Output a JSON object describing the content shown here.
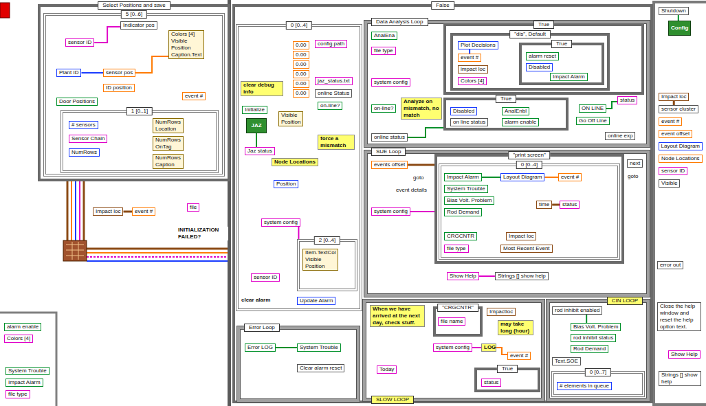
{
  "diagram": {
    "nodes": [
      {
        "text": [
          "Select Positions and save"
        ]
      },
      {
        "text": [
          "5 [0..6]"
        ],
        "in": 0
      },
      {
        "text": [
          "Indicator pos"
        ],
        "in": 1
      },
      {
        "text": [
          "sensor ID"
        ],
        "in": 1
      },
      {
        "text": [
          "Colors [4]",
          "Visible",
          "Position",
          "Caption.Text"
        ],
        "in": 1
      },
      {
        "text": [
          "Plant ID"
        ],
        "in": 1
      },
      {
        "text": [
          "sensor pos"
        ],
        "in": 1
      },
      {
        "text": [
          "ID position"
        ],
        "in": 1
      },
      {
        "text": [
          "event #"
        ],
        "in": 1
      },
      {
        "text": [
          "Door Positions"
        ],
        "in": 1
      },
      {
        "text": [
          "1 [0..1]"
        ],
        "in": 1
      },
      {
        "text": [
          "# sensors"
        ],
        "in": 10
      },
      {
        "text": [
          "Sensor Chain"
        ],
        "in": 10
      },
      {
        "text": [
          "NumRows"
        ],
        "in": 10
      },
      {
        "text": [
          "NumRows",
          "Location"
        ],
        "in": 10
      },
      {
        "text": [
          "NumRows",
          "OnTag"
        ],
        "in": 10
      },
      {
        "text": [
          "NumRows",
          "Caption"
        ],
        "in": 10
      },
      {
        "text": [
          "Impact loc"
        ]
      },
      {
        "text": [
          "event #"
        ]
      },
      {
        "text": [
          "file"
        ]
      },
      {
        "text": [
          "alarm enable"
        ]
      },
      {
        "text": [
          "Colors [4]"
        ]
      },
      {
        "text": [
          "System Trouble"
        ]
      },
      {
        "text": [
          "Impact Alarm"
        ]
      },
      {
        "text": [
          "file type"
        ]
      },
      {
        "text": [
          "False"
        ]
      },
      {
        "text": [
          "0 [0..4]"
        ],
        "in": 25
      },
      {
        "text": [
          "clear debug info"
        ],
        "in": 26
      },
      {
        "text": [
          "Initialize"
        ],
        "in": 26
      },
      {
        "text": [
          "JAZ"
        ],
        "in": 26
      },
      {
        "text": [
          "Jaz status"
        ],
        "in": 26
      },
      {
        "text": [
          "config path"
        ],
        "in": 26
      },
      {
        "text": [
          "0.00"
        ],
        "in": 26
      },
      {
        "text": [
          "0.00"
        ],
        "in": 26
      },
      {
        "text": [
          "0.00"
        ],
        "in": 26
      },
      {
        "text": [
          "0.00"
        ],
        "in": 26
      },
      {
        "text": [
          "0.00"
        ],
        "in": 26
      },
      {
        "text": [
          "0.00"
        ],
        "in": 26
      },
      {
        "text": [
          "jaz_status.txt"
        ],
        "in": 26
      },
      {
        "text": [
          "online Status"
        ],
        "in": 26
      },
      {
        "text": [
          "on-line?"
        ],
        "in": 26
      },
      {
        "text": [
          "force a mismatch"
        ],
        "in": 26
      },
      {
        "text": [
          "Visible",
          "Position"
        ],
        "in": 26
      },
      {
        "text": [
          "Node Locations"
        ],
        "in": 26
      },
      {
        "text": [
          "Position"
        ],
        "in": 26
      },
      {
        "text": [
          "system config"
        ],
        "in": 26
      },
      {
        "text": [
          "2 [0..4]"
        ],
        "in": 26
      },
      {
        "text": [
          "Item.TextCol",
          "Visible",
          "Position"
        ],
        "in": 46
      },
      {
        "text": [
          "sensor ID"
        ],
        "in": 26
      },
      {
        "text": [
          "clear alarm"
        ],
        "in": 26
      },
      {
        "text": [
          "Update Alarm"
        ],
        "in": 26
      },
      {
        "text": [
          "Data Analysis Loop"
        ],
        "in": 25
      },
      {
        "text": [
          "AnalEna"
        ],
        "in": 51
      },
      {
        "text": [
          "file type"
        ],
        "in": 51
      },
      {
        "text": [
          "system config"
        ],
        "in": 51
      },
      {
        "text": [
          "Analyze on mismatch, no match"
        ],
        "in": 51
      },
      {
        "text": [
          "on-line?"
        ],
        "in": 51
      },
      {
        "text": [
          "online status"
        ],
        "in": 51
      },
      {
        "text": [
          "True"
        ],
        "in": 51
      },
      {
        "text": [
          "\"dis\", Default"
        ],
        "in": 58
      },
      {
        "text": [
          "Plot Decisions"
        ],
        "in": 59
      },
      {
        "text": [
          "event #"
        ],
        "in": 59
      },
      {
        "text": [
          "impact loc"
        ],
        "in": 59
      },
      {
        "text": [
          "Colors [4]"
        ],
        "in": 59
      },
      {
        "text": [
          "True"
        ],
        "in": 59
      },
      {
        "text": [
          "alarm reset"
        ],
        "in": 64
      },
      {
        "text": [
          "Disabled"
        ],
        "in": 64
      },
      {
        "text": [
          "Impact Alarm"
        ],
        "in": 64
      },
      {
        "text": [
          "True"
        ],
        "in": 51
      },
      {
        "text": [
          "Disabled"
        ],
        "in": 68
      },
      {
        "text": [
          "on line status"
        ],
        "in": 68
      },
      {
        "text": [
          "AnalEnbl"
        ],
        "in": 68
      },
      {
        "text": [
          "alarm enable"
        ],
        "in": 68
      },
      {
        "text": [
          "ON LINE"
        ],
        "in": 51
      },
      {
        "text": [
          "Go Off Line"
        ],
        "in": 51
      },
      {
        "text": [
          "status"
        ],
        "in": 51
      },
      {
        "text": [
          "online exp"
        ],
        "in": 51
      },
      {
        "text": [
          "SUE Loop"
        ],
        "in": 25
      },
      {
        "text": [
          "events offset"
        ],
        "in": 77
      },
      {
        "text": [
          "system config"
        ],
        "in": 77
      },
      {
        "text": [
          "\"print screen\""
        ],
        "in": 77
      },
      {
        "text": [
          "0 [0..4]"
        ],
        "in": 80
      },
      {
        "text": [
          "Impact Alarm"
        ],
        "in": 81
      },
      {
        "text": [
          "System Trouble"
        ],
        "in": 81
      },
      {
        "text": [
          "Bias Volt. Problem"
        ],
        "in": 81
      },
      {
        "text": [
          "Rod Demand"
        ],
        "in": 81
      },
      {
        "text": [
          "Layout Diagram"
        ],
        "in": 81
      },
      {
        "text": [
          "event #"
        ],
        "in": 81
      },
      {
        "text": [
          "time"
        ],
        "in": 81
      },
      {
        "text": [
          "status"
        ],
        "in": 81
      },
      {
        "text": [
          "Impact loc"
        ],
        "in": 81
      },
      {
        "text": [
          "CRGCNTR"
        ],
        "in": 81
      },
      {
        "text": [
          "file type"
        ],
        "in": 81
      },
      {
        "text": [
          "Most Recent Event"
        ],
        "in": 81
      },
      {
        "text": [
          "next"
        ],
        "in": 77
      },
      {
        "text": [
          "Show Help"
        ],
        "in": 77
      },
      {
        "text": [
          "Strings [] show help"
        ],
        "in": 77
      },
      {
        "text": [
          "Error Loop"
        ],
        "in": 25
      },
      {
        "text": [
          "Error LOG"
        ],
        "in": 97
      },
      {
        "text": [
          "System Trouble"
        ],
        "in": 97
      },
      {
        "text": [
          "Clear alarm reset"
        ],
        "in": 97
      },
      {
        "text": [
          "SLOW LOOP"
        ],
        "in": 25
      },
      {
        "text": [
          "When we have arrived at the next day, check stuff."
        ],
        "in": 101
      },
      {
        "text": [
          "\"CRGCNTR\""
        ],
        "in": 101
      },
      {
        "text": [
          "file name"
        ],
        "in": 103
      },
      {
        "text": [
          "Impactloc"
        ],
        "in": 101
      },
      {
        "text": [
          "may take long (hour)"
        ],
        "in": 101
      },
      {
        "text": [
          "system config"
        ],
        "in": 101
      },
      {
        "text": [
          "LOG"
        ],
        "in": 101
      },
      {
        "text": [
          "event #"
        ],
        "in": 101
      },
      {
        "text": [
          "Today"
        ],
        "in": 101
      },
      {
        "text": [
          "True"
        ],
        "in": 101
      },
      {
        "text": [
          "status"
        ],
        "in": 111
      },
      {
        "text": [
          "CIN LOOP"
        ],
        "in": 25
      },
      {
        "text": [
          "rod inhibit enabled"
        ],
        "in": 113
      },
      {
        "text": [
          "Bias Volt. Problem"
        ],
        "in": 113
      },
      {
        "text": [
          "rod inhibit status"
        ],
        "in": 113
      },
      {
        "text": [
          "Rod Demand"
        ],
        "in": 113
      },
      {
        "text": [
          "Text.SOE"
        ],
        "in": 113
      },
      {
        "text": [
          "0 [0..7]"
        ],
        "in": 113
      },
      {
        "text": [
          "# elements in queue"
        ],
        "in": 119
      },
      {
        "text": [
          "Shutdown"
        ]
      },
      {
        "text": [
          "Config"
        ]
      },
      {
        "text": [
          "Impact loc"
        ]
      },
      {
        "text": [
          "sensor cluster"
        ]
      },
      {
        "text": [
          "event #"
        ]
      },
      {
        "text": [
          "event offset"
        ]
      },
      {
        "text": [
          "Layout Diagram"
        ]
      },
      {
        "text": [
          "Node Locations"
        ]
      },
      {
        "text": [
          "sensor ID"
        ]
      },
      {
        "text": [
          "Visible"
        ]
      },
      {
        "text": [
          "error out"
        ]
      },
      {
        "text": [
          "Close the help window and reset the help option text."
        ]
      },
      {
        "text": [
          "Show Help"
        ]
      },
      {
        "text": [
          "Strings [] show help"
        ]
      }
    ],
    "edges": [
      {
        "from": 5,
        "to": 6,
        "arrow": "none"
      },
      {
        "from": 6,
        "to": 4,
        "arrow": "none"
      },
      {
        "from": 3,
        "to": 2,
        "arrow": "none"
      },
      {
        "from": 78,
        "to": 80,
        "arrow": "none"
      },
      {
        "from": 79,
        "to": 80,
        "arrow": "none"
      },
      {
        "from": 95,
        "to": 96,
        "arrow": "none"
      },
      {
        "from": 82,
        "to": 86,
        "arrow": "none"
      },
      {
        "from": 29,
        "to": 30,
        "arrow": "none"
      },
      {
        "from": 57,
        "to": 68,
        "arrow": "none"
      },
      {
        "from": 98,
        "to": 99,
        "arrow": "none"
      },
      {
        "from": 107,
        "to": 108,
        "arrow": "none"
      },
      {
        "from": 108,
        "to": 109,
        "arrow": "none"
      },
      {
        "from": 60,
        "to": 61,
        "arrow": "none"
      },
      {
        "from": 73,
        "to": 75,
        "arrow": "none"
      },
      {
        "from": 114,
        "to": 115,
        "arrow": "none"
      },
      {
        "from": 17,
        "to": 18,
        "arrow": "none"
      },
      {
        "from": 121,
        "to": 122,
        "arrow": "none"
      },
      {
        "from": 86,
        "to": 87,
        "arrow": "none"
      },
      {
        "from": 88,
        "to": 89,
        "arrow": "none"
      },
      {
        "from": 123,
        "to": 124,
        "arrow": "none"
      },
      {
        "from": 45,
        "to": 46,
        "arrow": "none"
      }
    ],
    "labels": [
      "INITIALIZATION FAILED?",
      "goto",
      "event details",
      "goto"
    ]
  }
}
